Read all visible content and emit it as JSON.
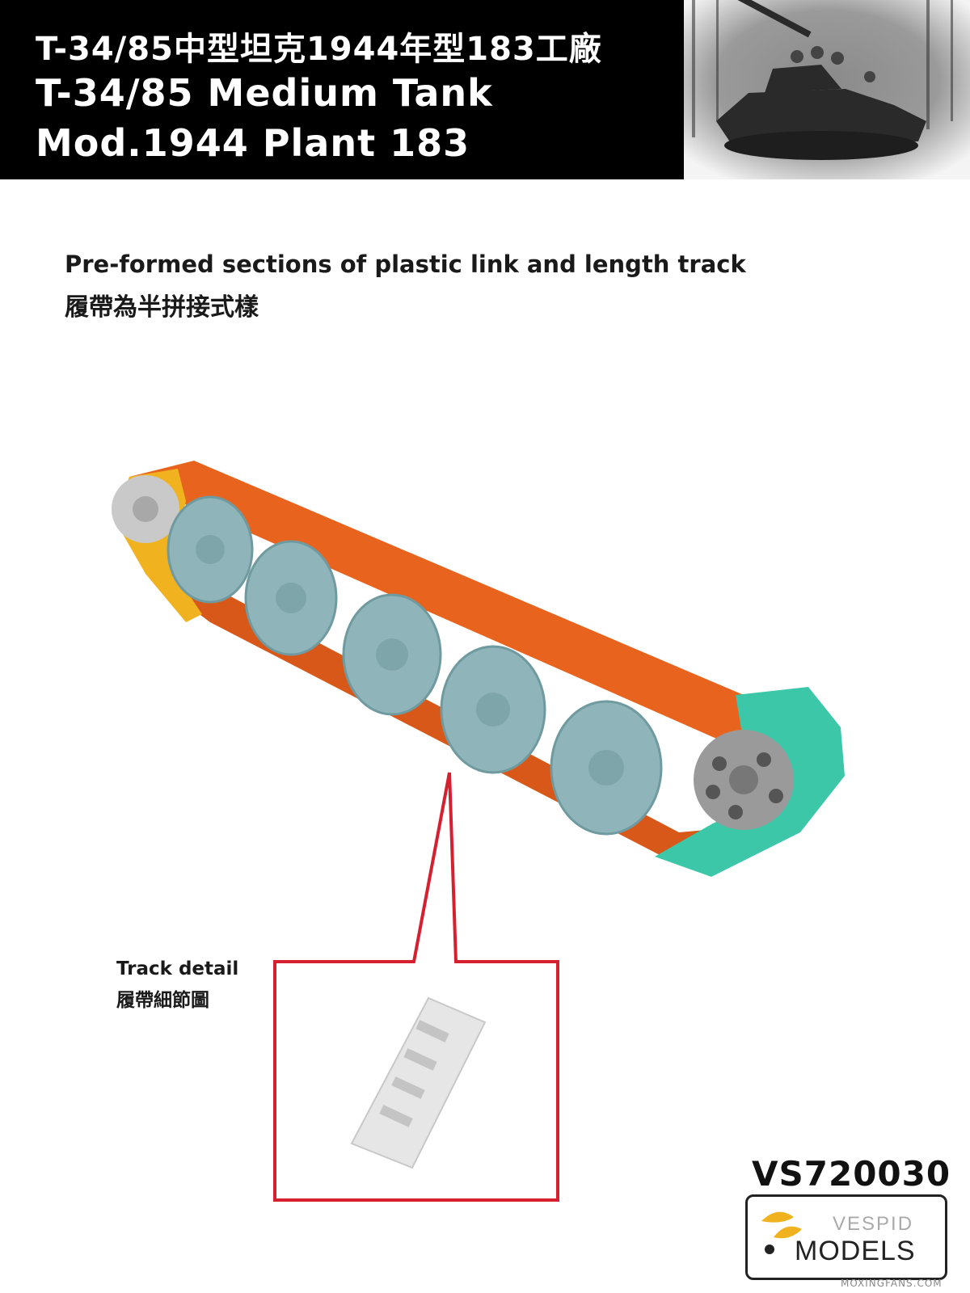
{
  "header": {
    "title_cn": "T-34/85中型坦克1944年型183工廠",
    "title_en_1": "T-34/85 Medium Tank",
    "title_en_2": "Mod.1944 Plant 183"
  },
  "feature": {
    "desc_en": "Pre-formed sections of plastic link and length track",
    "desc_cn": "履帶為半拼接式樣"
  },
  "detail": {
    "label_en": "Track detail",
    "label_cn": "履帶細節圖"
  },
  "product": {
    "code": "VS720030"
  },
  "logo": {
    "brand_top": "VESPID",
    "brand_bottom": "MODELS"
  },
  "watermark": "MOXINGFANS.COM",
  "colors": {
    "orange_track": "#e8641e",
    "teal_track": "#3cc7a8",
    "yellow_track": "#f0b21e",
    "wheel": "#8fb5ba",
    "callout_red": "#d62030"
  }
}
